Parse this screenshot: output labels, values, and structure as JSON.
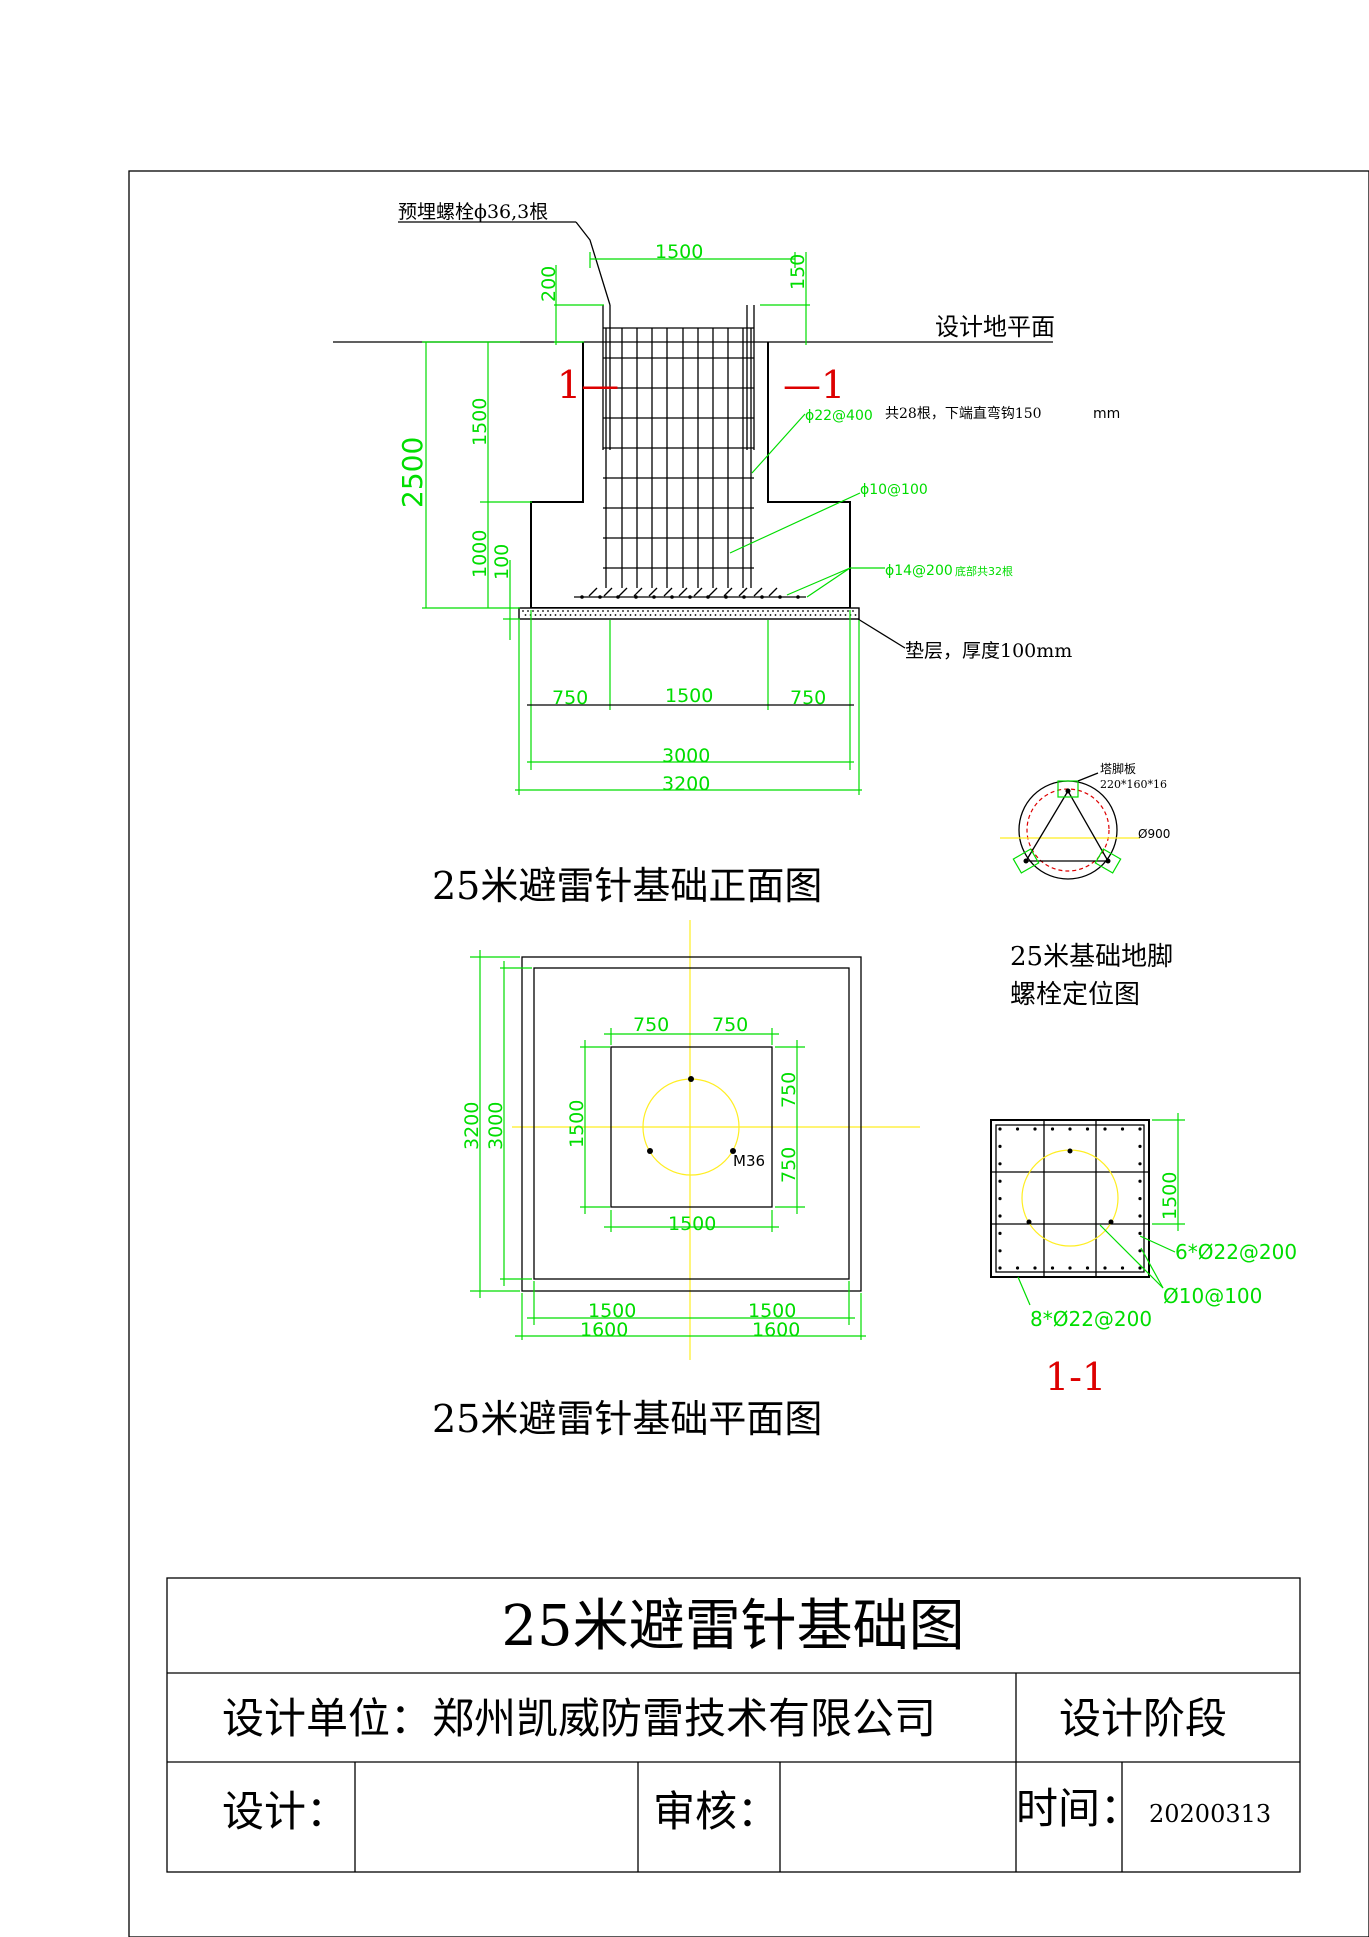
{
  "elevation": {
    "bolt_note": "预埋螺栓ϕ36,3根",
    "ground_label": "设计地平面",
    "section_mark_left": "1—",
    "section_mark_right": "—1",
    "dim_top_width": "1500",
    "dim_bolt_left": "200",
    "dim_bolt_right": "150",
    "dim_total_height": "2500",
    "dim_upper_height": "1500",
    "dim_lower_height": "1000",
    "dim_pad_height": "100",
    "rebar_vertical": "ϕ22@400",
    "rebar_vertical_note": "共28根，下端直弯钩150",
    "unit": "mm",
    "rebar_stirrup": "ϕ10@100",
    "rebar_bottom": "ϕ14@200",
    "rebar_bottom_note": "底部共32根",
    "pad_note": "垫层，厚度100mm",
    "dim_bottom": [
      "750",
      "1500",
      "750"
    ],
    "dim_base_width": "3000",
    "dim_pad_width": "3200",
    "title": "25米避雷针基础正面图"
  },
  "bolt_layout": {
    "plate_label": "塔脚板",
    "plate_size": "220*160*16",
    "diameter": "Ø900",
    "title_line1": "25米基础地脚",
    "title_line2": "螺栓定位图"
  },
  "plan": {
    "dim_top": [
      "750",
      "750"
    ],
    "dim_right": [
      "750",
      "750"
    ],
    "dim_left_inner": "1500",
    "dim_inner_bottom": "1500",
    "dim_outer_left": [
      "3200",
      "3000"
    ],
    "bolt_label": "M36",
    "dim_bottom_row1": [
      "1500",
      "1500"
    ],
    "dim_bottom_row2": [
      "1600",
      "1600"
    ],
    "title": "25米避雷针基础平面图"
  },
  "section": {
    "dim_height": "1500",
    "rebar_a": "6*Ø22@200",
    "rebar_b": "Ø10@100",
    "rebar_c": "8*Ø22@200",
    "title": "1-1"
  },
  "title_block": {
    "drawing_title": "25米避雷针基础图",
    "design_unit": "设计单位：郑州凯威防雷技术有限公司",
    "design_stage": "设计阶段",
    "designer_label": "设计：",
    "designer_value": "",
    "reviewer_label": "审核：",
    "reviewer_value": "",
    "date_label": "时间：",
    "date_value": "20200313"
  },
  "colors": {
    "dimension": "#00dd00",
    "section_mark": "#dd0000",
    "centerline": "#ffee22",
    "outline": "#000000"
  }
}
